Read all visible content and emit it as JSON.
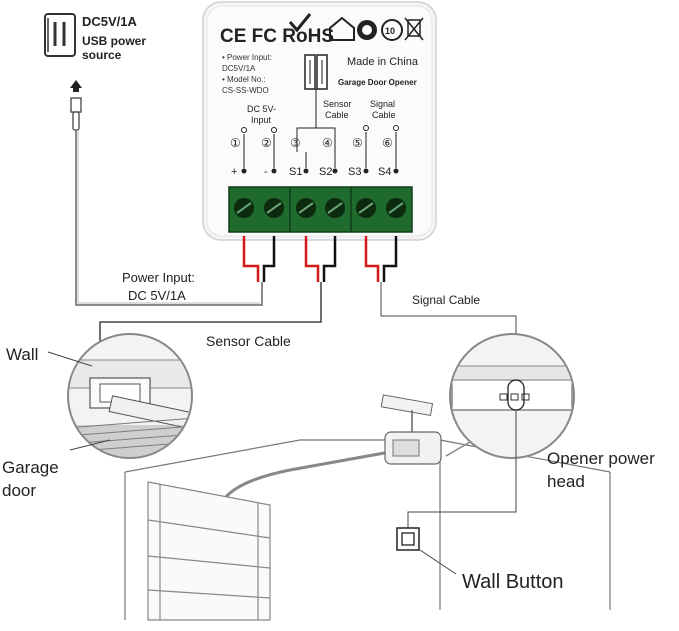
{
  "power_source": {
    "line1": "DC5V/1A",
    "line2": "USB power",
    "line3": "source"
  },
  "device": {
    "cert_marks": "CE FC RoHS",
    "specs": [
      "• Power Input:",
      "  DC5V/1A",
      "• Model No.:",
      "  CS-SS-WDO"
    ],
    "made_in": "Made in China",
    "product_name": "Garage Door Opener",
    "input_label_1": "DC 5V-",
    "input_label_2": "Input",
    "sensor_label_1": "Sensor",
    "sensor_label_2": "Cable",
    "signal_label_1": "Signal",
    "signal_label_2": "Cable",
    "terminal_numbers": [
      "①",
      "②",
      "③",
      "④",
      "⑤",
      "⑥"
    ],
    "terminal_names": [
      "+",
      "-",
      "S1",
      "S2",
      "S3",
      "S4"
    ]
  },
  "labels": {
    "power_input_1": "Power Input:",
    "power_input_2": "DC 5V/1A",
    "sensor_cable": "Sensor Cable",
    "signal_cable": "Signal Cable",
    "wall": "Wall",
    "garage_door_1": "Garage",
    "garage_door_2": "door",
    "opener_head_1": "Opener power",
    "opener_head_2": "head",
    "wall_button": "Wall Button"
  },
  "colors": {
    "terminal_green": "#1f6b2e",
    "wire_red": "#d11a1a",
    "wire_black": "#111111",
    "outline": "#555555"
  }
}
